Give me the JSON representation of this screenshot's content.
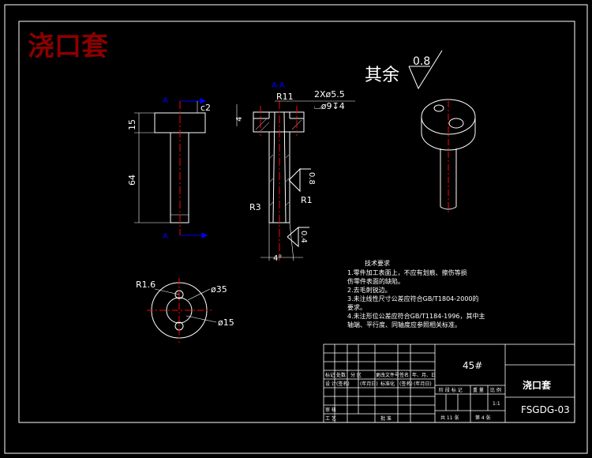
{
  "title": {
    "text": "浇口套",
    "color": "#8b0000"
  },
  "surface_note": {
    "label": "其余",
    "roughness": "0.8"
  },
  "section": {
    "label": "A-A",
    "cut_letter_top": "A",
    "cut_letter_bottom": "A"
  },
  "dimensions": {
    "chamfer": "c2",
    "height_top": "15",
    "height_main": "64",
    "radius_top": "R11",
    "radius_bottom": "R3",
    "radius_right": "R1",
    "holes": "2Xø5.5",
    "counterbore": "⌴ø9↧4",
    "small_h": "4",
    "angle": "4°",
    "rough_mid": "0.8",
    "rough_low": "0.4",
    "plan_radius": "R1.6",
    "plan_outer": "ø35",
    "plan_inner": "ø15"
  },
  "notes": {
    "heading": "技术要求",
    "lines": [
      "1.零件加工表面上，不应有划痕、擦伤等损",
      "伤零件表面的缺陷。",
      "2.去毛刺锐边。",
      "3.未注线性尺寸公差应符合GB/T1804-2000的",
      "要求。",
      "4.未注形位公差应符合GB/T1184-1996，其中主",
      "轴端、平行度、同轴度应参照相关标准。"
    ]
  },
  "title_block": {
    "material": "45#",
    "part_name": "浇口套",
    "drawing_no": "FSGDG-03",
    "scale": "1:1",
    "sheets_total": "共 11 张",
    "sheet_no": "第 4 张",
    "rev_headers": [
      "标记",
      "处数",
      "分 区",
      "更改文件号",
      "签名",
      "年、月、日"
    ],
    "sign_row": [
      "设 计",
      "(签名)",
      "(年月日)",
      "标准化",
      "(签名)",
      "(年月日)"
    ],
    "stage_headers": [
      "阶 段 标 记",
      "重 量",
      "比 例"
    ],
    "rows_left": [
      "审 核",
      "工 艺"
    ],
    "approve": "批 准"
  },
  "colors": {
    "line": "#ffffff",
    "center": "#ff0000",
    "dim": "#0000ff"
  }
}
